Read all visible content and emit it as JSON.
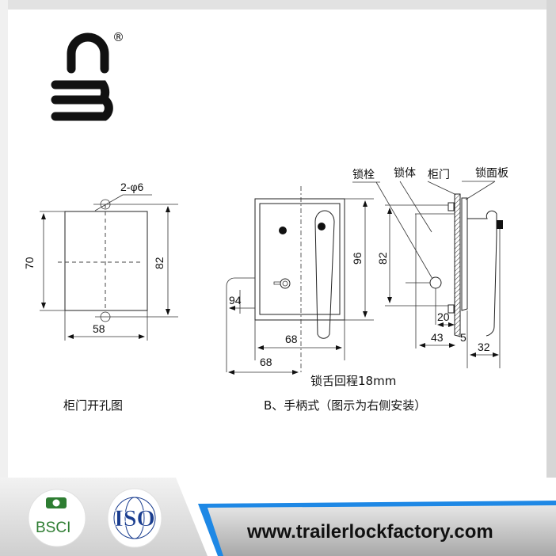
{
  "brand": {
    "registered_mark": "®"
  },
  "cutout_drawing": {
    "hole_label": "2-φ6",
    "dim_height_inner": "70",
    "dim_height_outer": "82",
    "dim_width": "58",
    "caption": "柜门开孔图"
  },
  "handle_drawing": {
    "labels": {
      "bolt": "锁栓",
      "lock_body": "锁体",
      "cabinet_door": "柜门",
      "lock_panel": "锁面板"
    },
    "dims": {
      "height_96": "96",
      "height_82": "82",
      "d_94": "94",
      "width_68_a": "68",
      "width_68_b": "68",
      "d_20": "20",
      "d_43": "43",
      "d_5": "5",
      "d_32": "32"
    },
    "travel_note": "锁舌回程18mm",
    "caption": "B、手柄式（图示为右侧安装）"
  },
  "footer": {
    "badges": [
      {
        "label": "BSCI",
        "color": "#2e7d32"
      },
      {
        "label": "ISO",
        "color": "#1a3d8f"
      }
    ],
    "website": "www.trailerlockfactory.com",
    "accent_color": "#1e88e5"
  }
}
